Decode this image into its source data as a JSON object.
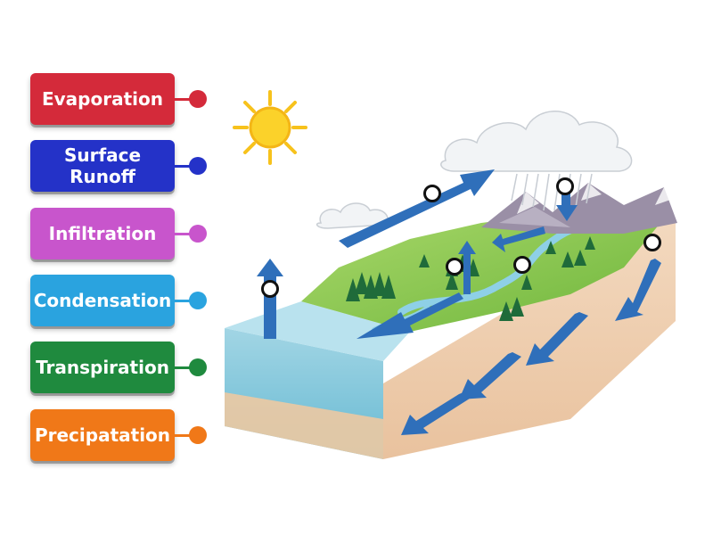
{
  "labels": [
    {
      "text": "Evaporation",
      "color": "#d42a3a",
      "dot": "#d42a3a"
    },
    {
      "text": "Surface Runoff",
      "color": "#2432c8",
      "dot": "#2432c8"
    },
    {
      "text": "Infiltration",
      "color": "#c855cc",
      "dot": "#c855cc"
    },
    {
      "text": "Condensation",
      "color": "#2aa3df",
      "dot": "#2aa3df"
    },
    {
      "text": "Transpiration",
      "color": "#1f8a3e",
      "dot": "#1f8a3e"
    },
    {
      "text": "Precipatation",
      "color": "#f07818",
      "dot": "#f07818"
    }
  ],
  "icons": {
    "sun": "sun-icon",
    "cloud": "cloud-icon"
  }
}
